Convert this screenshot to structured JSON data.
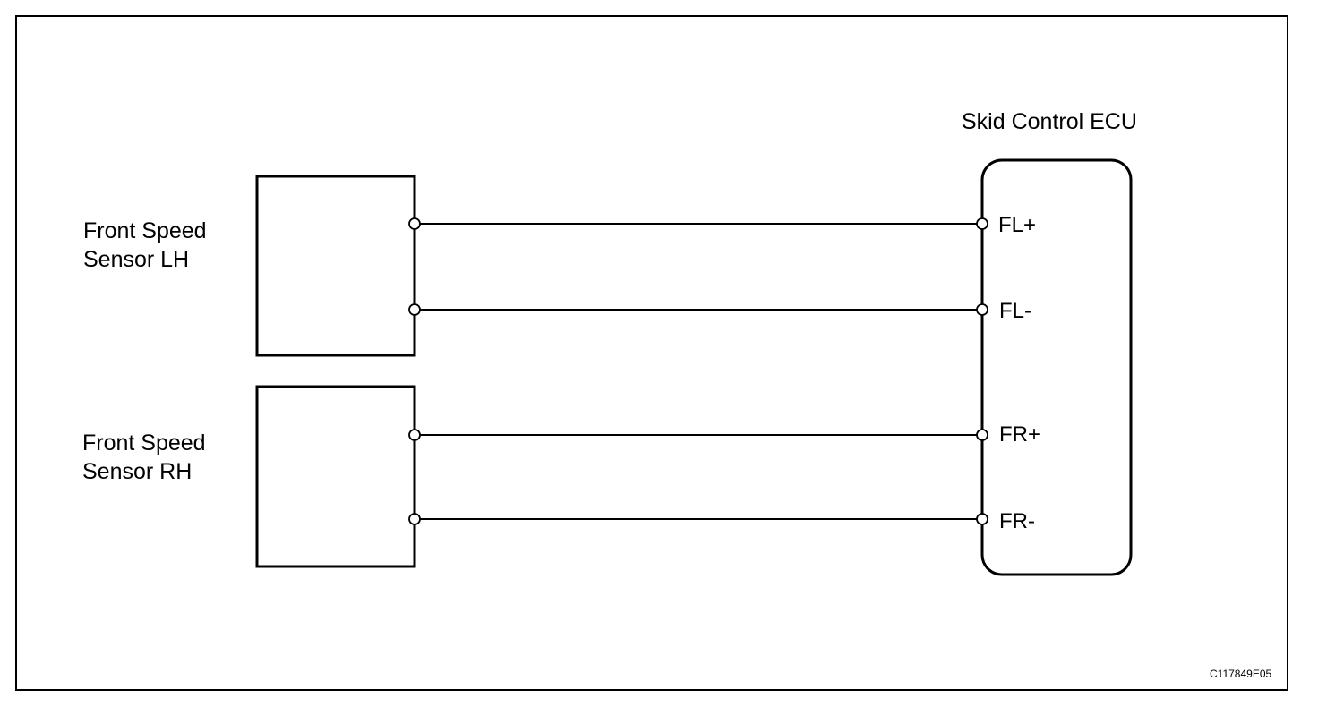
{
  "sensor_lh": {
    "line1": "Front Speed",
    "line2": "Sensor LH"
  },
  "sensor_rh": {
    "line1": "Front Speed",
    "line2": "Sensor RH"
  },
  "ecu": {
    "title": "Skid Control ECU",
    "pins": [
      "FL+",
      "FL-",
      "FR+",
      "FR-"
    ]
  },
  "figure_code": "C117849E05"
}
